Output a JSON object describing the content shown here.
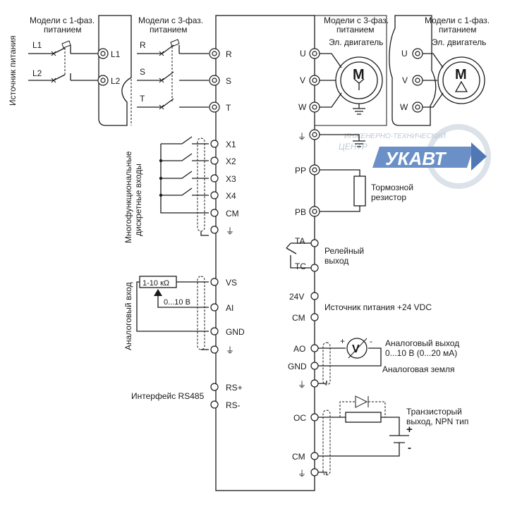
{
  "headers": {
    "single_phase_left": [
      "Модели с 1-фаз.",
      "питанием"
    ],
    "three_phase_input": [
      "Модели с 3-фаз.",
      "питанием"
    ],
    "three_phase_motor": [
      "Модели с 3-фаз.",
      "питанием"
    ],
    "single_phase_motor": [
      "Модели с 1-фаз.",
      "питанием"
    ]
  },
  "power_source_label": "Источник питания",
  "line_labels": {
    "l1": "L1",
    "l2": "L2",
    "r": "R",
    "s": "S",
    "t": "T"
  },
  "input_terminals": {
    "l1": "L1",
    "l2": "L2",
    "r": "R",
    "s": "S",
    "t": "T"
  },
  "motor_3ph": {
    "label": "Эл. двигатель",
    "symbol": "M",
    "u": "U",
    "v": "V",
    "w": "W"
  },
  "motor_1ph": {
    "label": "Эл. двигатель",
    "symbol": "M",
    "u": "U",
    "v": "V",
    "w": "W"
  },
  "ground_symbol": "⏚",
  "digital_inputs": {
    "label": [
      "Многофункциональные",
      "дискретные входы"
    ],
    "terminals": [
      "X1",
      "X2",
      "X3",
      "X4",
      "CM"
    ]
  },
  "analog_input": {
    "label": "Аналоговый вход",
    "resistor": "1-10 кΩ",
    "range": "0...10 В",
    "terminals": [
      "VS",
      "AI",
      "GND"
    ]
  },
  "rs485": {
    "label": "Интерфейс RS485",
    "plus": "RS+",
    "minus": "RS-"
  },
  "brake": {
    "pp": "PP",
    "pb": "PB",
    "label": [
      "Тормозной",
      "резистор"
    ]
  },
  "relay": {
    "ta": "TA",
    "tc": "TC",
    "label": [
      "Релейный",
      "выход"
    ]
  },
  "supply24": {
    "v24": "24V",
    "cm": "CM",
    "label": "Источник питания +24 VDC"
  },
  "analog_output": {
    "ao": "AO",
    "gnd": "GND",
    "meter": "V",
    "plus": "+",
    "minus": "-",
    "label": [
      "Аналоговый выход",
      "0...10 В (0...20 мА)"
    ],
    "ground_label": "Аналоговая земля"
  },
  "transistor_output": {
    "oc": "OC",
    "cm": "CM",
    "label": [
      "Транзисторый",
      "выход, NPN тип"
    ],
    "plus": "+",
    "minus": "-"
  },
  "watermark": {
    "top": "ИНЖЕНЕРНО-ТЕХНИЧЕСКИЙ",
    "middle": "ЦЕНТР",
    "logo": "УКАВТ"
  }
}
